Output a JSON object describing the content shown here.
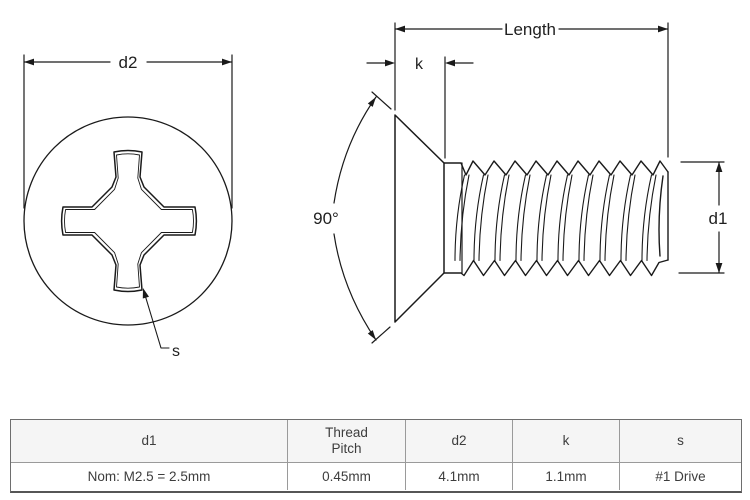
{
  "diagram": {
    "title": "countersunk-phillips-screw-drawing",
    "labels": {
      "d2": "d2",
      "length": "Length",
      "k": "k",
      "angle": "90°",
      "d1": "d1",
      "s": "s"
    },
    "line_color": "#1a1a1a"
  },
  "table": {
    "headers": [
      "d1",
      "Thread\nPitch",
      "d2",
      "k",
      "s"
    ],
    "values": [
      "Nom: M2.5 = 2.5mm",
      "0.45mm",
      "4.1mm",
      "1.1mm",
      "#1 Drive"
    ],
    "header_bg": "#f5f5f5",
    "border_color": "#9a9a9a",
    "text_color": "#3d3d3d"
  }
}
